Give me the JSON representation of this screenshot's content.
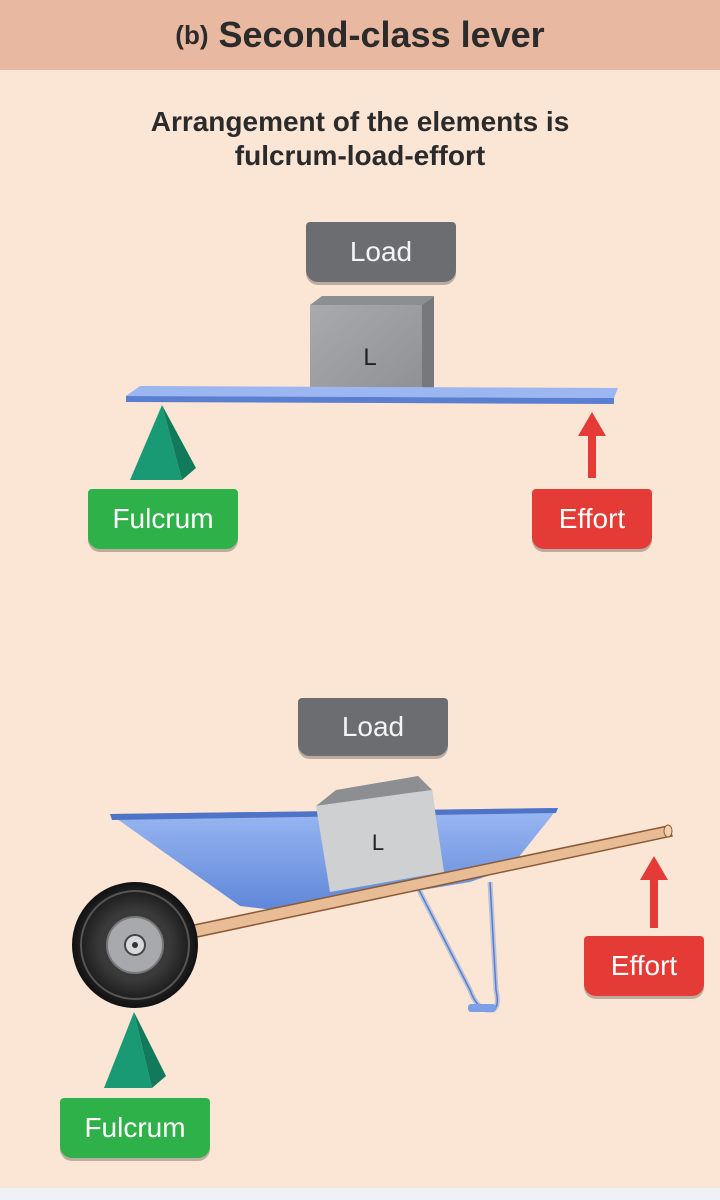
{
  "header": {
    "prefix": "(b)",
    "title": "Second-class lever"
  },
  "subtitle": {
    "line1": "Arrangement of the elements is",
    "line2": "fulcrum-load-effort"
  },
  "lever_diagram": {
    "load_label": "Load",
    "box_letter": "L",
    "fulcrum_label": "Fulcrum",
    "effort_label": "Effort"
  },
  "wheelbarrow_diagram": {
    "load_label": "Load",
    "box_letter": "L",
    "fulcrum_label": "Fulcrum",
    "effort_label": "Effort"
  },
  "colors": {
    "background": "#fbe6d6",
    "header": "#e9b8a1",
    "fulcrum_green": "#2fb14a",
    "fulcrum_wedge": "#1a9a74",
    "effort_red": "#e53b37",
    "load_gray": "#6b6d70",
    "lever_blue": "#7d9fe6"
  }
}
